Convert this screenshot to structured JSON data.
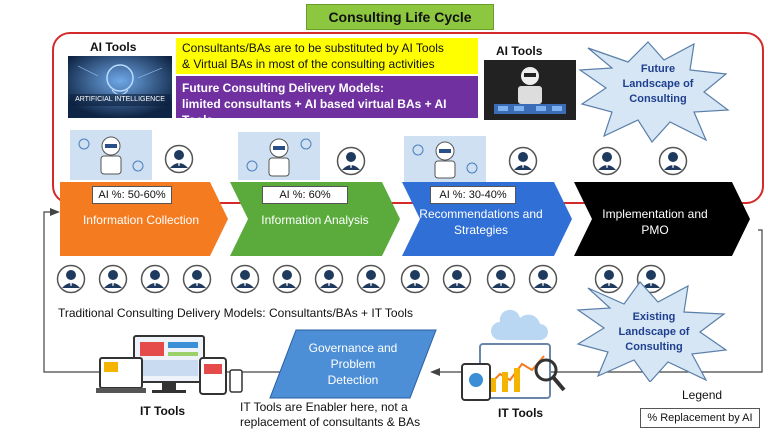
{
  "title": "Consulting Life Cycle",
  "ai_tools_label_left": "AI Tools",
  "ai_tools_label_right": "AI Tools",
  "ai_image_text": "ARTIFICIAL INTELLIGENCE",
  "yellow_note": {
    "line1": "Consultants/BAs are to be substituted by AI Tools",
    "line2": "& Virtual BAs in most of the consulting activities"
  },
  "purple_note": {
    "line1": "Future Consulting Delivery Models:",
    "line2": "limited consultants + AI based virtual BAs + AI Tools"
  },
  "future_landscape": {
    "line1": "Future",
    "line2": "Landscape of",
    "line3": "Consulting"
  },
  "existing_landscape": {
    "line1": "Existing",
    "line2": "Landscape of",
    "line3": "Consulting"
  },
  "stages": [
    {
      "line1": "Information Collection",
      "line2": "",
      "pct": "AI %:  50-60%",
      "color": "#f47b20"
    },
    {
      "line1": "Information Analysis",
      "line2": "",
      "pct": "AI %:  60%",
      "color": "#5aab3c"
    },
    {
      "line1": "Recommendations and",
      "line2": "Strategies",
      "pct": "AI %:  30-40%",
      "color": "#2f6fd6"
    },
    {
      "line1": "Implementation and",
      "line2": "PMO",
      "pct": "",
      "color": "#000000"
    }
  ],
  "traditional_model": "Traditional Consulting Delivery Models: Consultants/BAs + IT Tools",
  "governance": {
    "line1": "Governance and",
    "line2": "Problem",
    "line3": "Detection"
  },
  "it_tools_left": "IT Tools",
  "it_tools_right": "IT Tools",
  "it_enabler": {
    "line1": "IT Tools are Enabler here, not a",
    "line2": "replacement of consultants & BAs"
  },
  "legend": {
    "title": "Legend",
    "item": "% Replacement by AI"
  },
  "colors": {
    "title_green": "#8dc63f",
    "frame_red": "#d42a2a",
    "star_fill": "#d6e6f5",
    "governance_fill": "#4d8fd6"
  }
}
